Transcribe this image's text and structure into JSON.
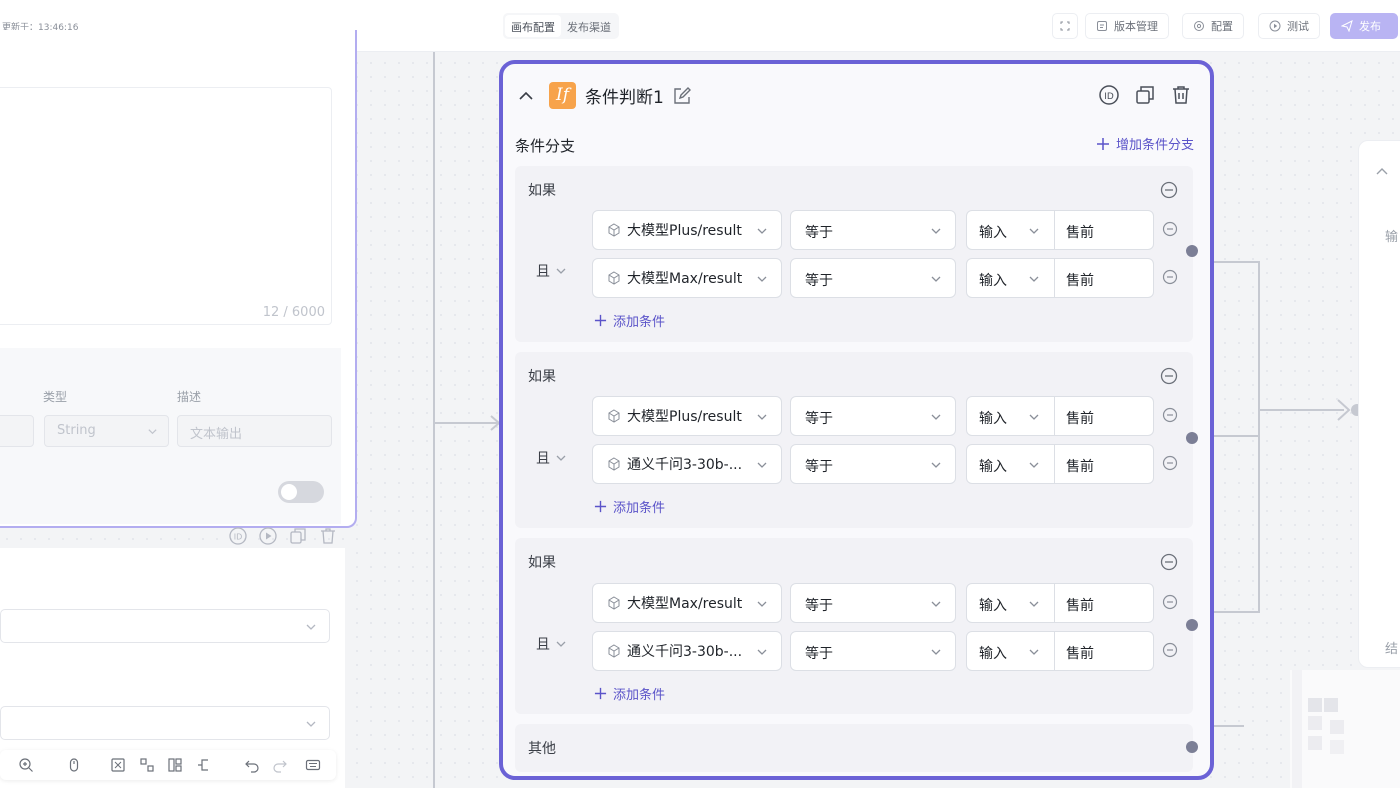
{
  "topbar": {
    "updated": "更新于：13:46:16",
    "tabs": [
      "画布配置",
      "发布渠道"
    ],
    "buttons": {
      "version": "版本管理",
      "config": "配置",
      "test": "测试",
      "publish": "发布"
    }
  },
  "left_panel": {
    "char_count": "12 / 6000",
    "col_type": "类型",
    "col_desc": "描述",
    "type_value": "String",
    "desc_placeholder": "文本输出"
  },
  "node": {
    "badge": "If",
    "title": "条件判断1",
    "section_label": "条件分支",
    "add_branch": "增加条件分支",
    "branches": [
      {
        "title": "如果",
        "logic": "且",
        "conditions": [
          {
            "variable": "大模型Plus/result",
            "operator": "等于",
            "input_type": "输入",
            "value": "售前"
          },
          {
            "variable": "大模型Max/result",
            "operator": "等于",
            "input_type": "输入",
            "value": "售前"
          }
        ],
        "add_condition": "添加条件"
      },
      {
        "title": "如果",
        "logic": "且",
        "conditions": [
          {
            "variable": "大模型Plus/result",
            "operator": "等于",
            "input_type": "输入",
            "value": "售前"
          },
          {
            "variable": "通义千问3-30b-...",
            "operator": "等于",
            "input_type": "输入",
            "value": "售前"
          }
        ],
        "add_condition": "添加条件"
      },
      {
        "title": "如果",
        "logic": "且",
        "conditions": [
          {
            "variable": "大模型Max/result",
            "operator": "等于",
            "input_type": "输入",
            "value": "售前"
          },
          {
            "variable": "通义千问3-30b-...",
            "operator": "等于",
            "input_type": "输入",
            "value": "售前"
          }
        ],
        "add_condition": "添加条件"
      }
    ],
    "else_title": "其他"
  },
  "right_panel": {
    "label_top": "输",
    "label_bottom": "结"
  },
  "colors": {
    "accent": "#6b62d6",
    "badge": "#f7a34b",
    "publish": "#b9b4f3"
  }
}
